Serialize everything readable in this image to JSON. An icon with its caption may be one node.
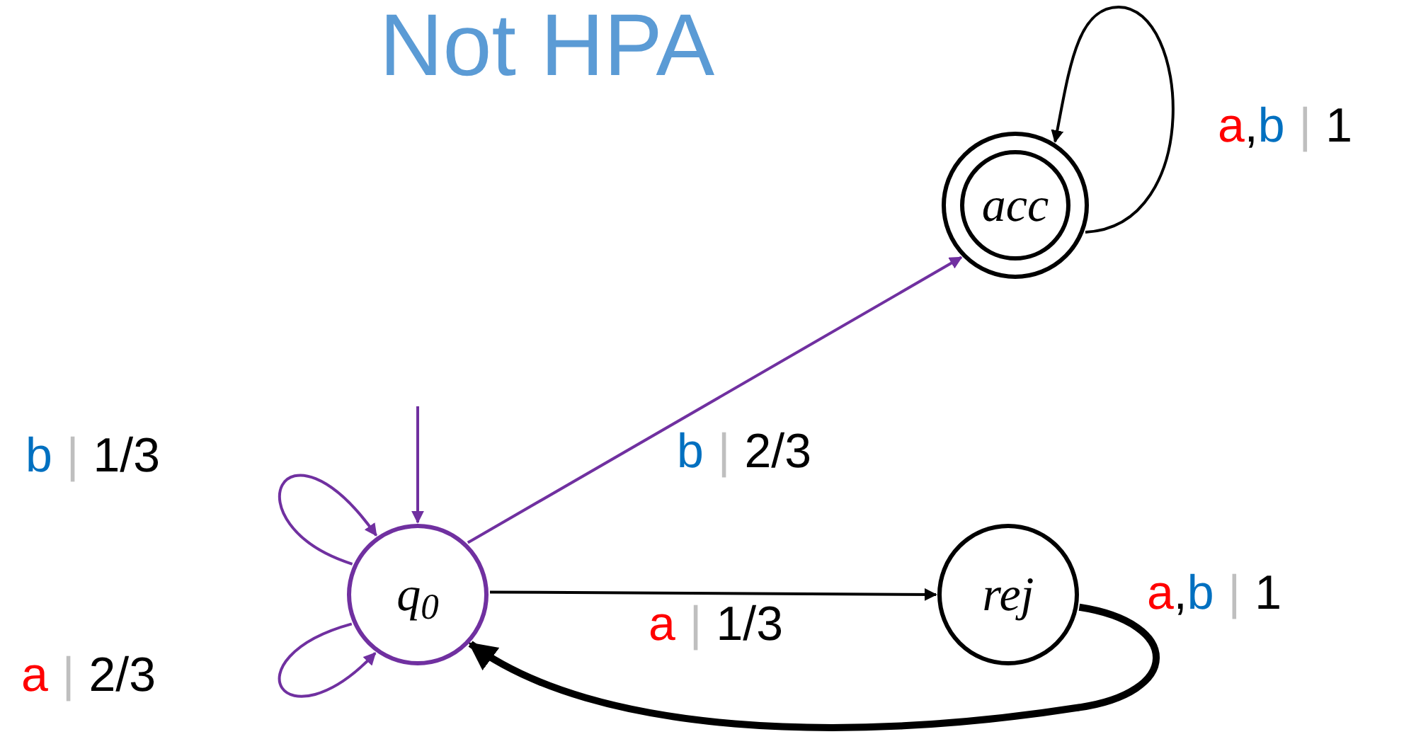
{
  "diagram": {
    "title": "Not HPA",
    "nodes": [
      {
        "text": [
          "q$_{0}$"
        ]
      },
      {
        "text": [
          "acc"
        ]
      },
      {
        "text": [
          "rej"
        ]
      }
    ],
    "edges": [
      {
        "from": null,
        "to": 0,
        "arrow": "to",
        "color": "#7030a0"
      },
      {
        "from": 0,
        "to": 0,
        "label": "b | 1/3",
        "arrow": "to",
        "color": "#7030a0"
      },
      {
        "from": 0,
        "to": 0,
        "label": "a | 2/3",
        "arrow": "to",
        "color": "#7030a0"
      },
      {
        "from": 0,
        "to": 1,
        "label": "b | 2/3",
        "arrow": "to",
        "color": "#7030a0"
      },
      {
        "from": 0,
        "to": 2,
        "label": "a | 1/3",
        "arrow": "to",
        "color": "#000000"
      },
      {
        "from": 2,
        "to": 0,
        "label": "a,b | 1",
        "arrow": "to",
        "style": "thick",
        "color": "#000000"
      },
      {
        "from": 1,
        "to": 1,
        "label": "a,b | 1",
        "arrow": "to",
        "color": "#000000"
      }
    ]
  }
}
